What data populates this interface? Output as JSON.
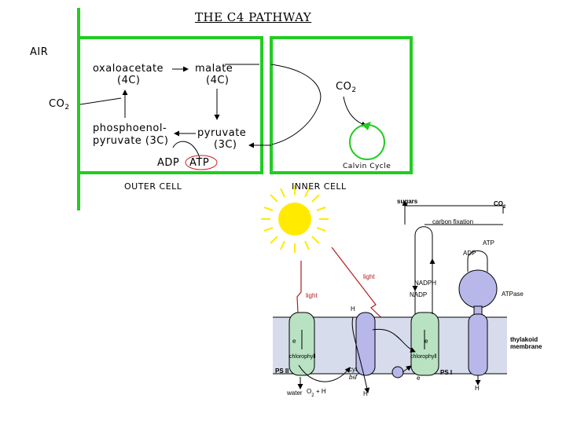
{
  "c4": {
    "title": "THE C4 PATHWAY",
    "air": "AIR",
    "co2_left": "CO",
    "co2_left_sub": "2",
    "oxaloacetate": "oxaloacetate",
    "oxaloacetate_c": "(4C)",
    "malate": "malate",
    "malate_c": "(4C)",
    "pep_1": "phosphoenol-",
    "pep_2": "pyruvate (3C)",
    "pyruvate": "pyruvate",
    "pyruvate_c": "(3C)",
    "adp": "ADP",
    "atp": "ATP",
    "co2_right": "CO",
    "co2_right_sub": "2",
    "calvin": "Calvin Cycle",
    "outer_cell": "OUTER CELL",
    "inner_cell": "INNER CELL",
    "colors": {
      "green": "#22cc22",
      "red": "#cc2222",
      "purple": "#9a9ae6",
      "membrane": "#d6dceb"
    }
  },
  "thylakoid": {
    "sugars": "sugars",
    "co2": "CO",
    "co2_sub": "2",
    "carbon_fixation": "carbon fixation",
    "adp": "ADP",
    "atp": "ATP",
    "nadph": "NADPH",
    "nadp": "NADP",
    "atpase": "ATPase",
    "light_1": "light",
    "light_2": "light",
    "h_top": "H",
    "e_minus_1": "e",
    "e_minus_2": "e",
    "chlorophyll_1": "chlorophyll",
    "chlorophyll_2": "chlorophyll",
    "psii": "PS II",
    "psi": "PS I",
    "cyt": "cyt",
    "b6f": "b",
    "b6f_sub": "6",
    "b6f_f": "f",
    "e_bottom": "e",
    "water": "water",
    "o2": "O",
    "o2_sub": "2",
    "plus_h": "+ H",
    "h_bottom_1": "H",
    "h_bottom_2": "H",
    "thylakoid_1": "thylakoid",
    "thylakoid_2": "membrane"
  }
}
